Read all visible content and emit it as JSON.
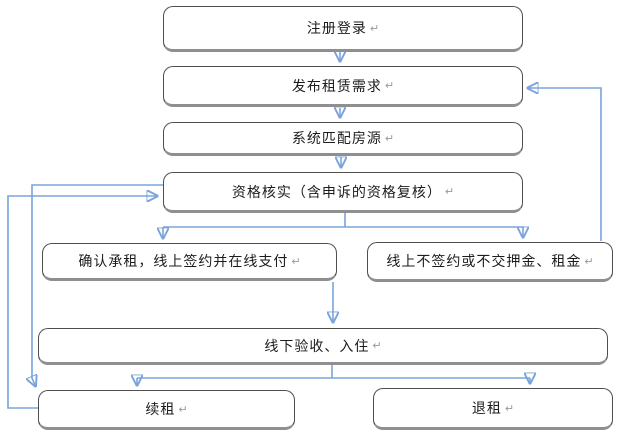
{
  "ui": {
    "return_mark": "↵"
  },
  "nodes": [
    {
      "id": "register-login",
      "label": "注册登录"
    },
    {
      "id": "publish-demand",
      "label": "发布租赁需求"
    },
    {
      "id": "system-match",
      "label": "系统匹配房源"
    },
    {
      "id": "qualification-check",
      "label": "资格核实（含申诉的资格复核）"
    },
    {
      "id": "confirm-rent",
      "label": "确认承租，线上签约并在线支付"
    },
    {
      "id": "no-sign-no-pay",
      "label": "线上不签约或不交押金、租金"
    },
    {
      "id": "offline-checkin",
      "label": "线下验收、入住"
    },
    {
      "id": "renew-lease",
      "label": "续租"
    },
    {
      "id": "terminate-lease",
      "label": "退租"
    }
  ],
  "edges": [
    {
      "from": "register-login",
      "to": "publish-demand"
    },
    {
      "from": "publish-demand",
      "to": "system-match"
    },
    {
      "from": "system-match",
      "to": "qualification-check"
    },
    {
      "from": "qualification-check",
      "to": "confirm-rent"
    },
    {
      "from": "qualification-check",
      "to": "no-sign-no-pay"
    },
    {
      "from": "confirm-rent",
      "to": "offline-checkin"
    },
    {
      "from": "offline-checkin",
      "to": "renew-lease"
    },
    {
      "from": "offline-checkin",
      "to": "terminate-lease"
    },
    {
      "from": "no-sign-no-pay",
      "to": "publish-demand"
    },
    {
      "from": "renew-lease",
      "to": "qualification-check"
    },
    {
      "from": "qualification-check",
      "to": "renew-lease"
    }
  ],
  "colors": {
    "line": "#7aa3dc",
    "arrowhead": "#3a6fbf",
    "box_border": "#4f4f4f"
  }
}
